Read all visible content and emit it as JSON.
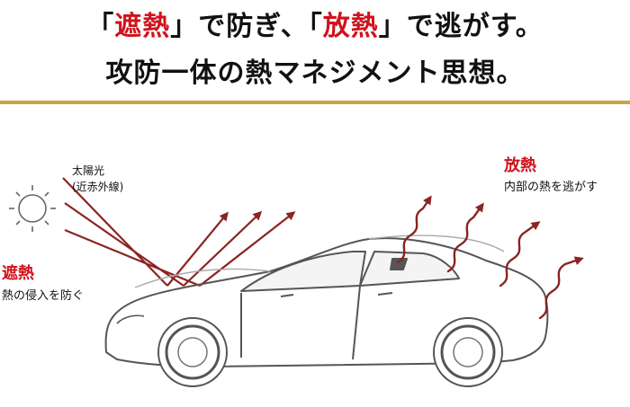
{
  "headline": {
    "line1": {
      "open_bracket_1": "「",
      "shield_word": "遮熱",
      "close_bracket_1": "」",
      "middle": "で防ぎ、",
      "open_bracket_2": "「",
      "release_word": "放熱",
      "close_bracket_2": "」",
      "tail": "で逃がす。"
    },
    "line2": "攻防一体の熱マネジメント思想。"
  },
  "sun": {
    "label_line1": "太陽光",
    "label_line2": "(近赤外線)",
    "icon": "sun-icon"
  },
  "shield": {
    "heading": "遮熱",
    "description": "熱の侵入を防ぐ"
  },
  "release": {
    "heading": "放熱",
    "description": "内部の熱を逃がす"
  },
  "colors": {
    "accent_red": "#d0121b",
    "rule_gold": "#c9a24a",
    "arrow_maroon": "#8b2323",
    "car_outline": "#555555"
  }
}
